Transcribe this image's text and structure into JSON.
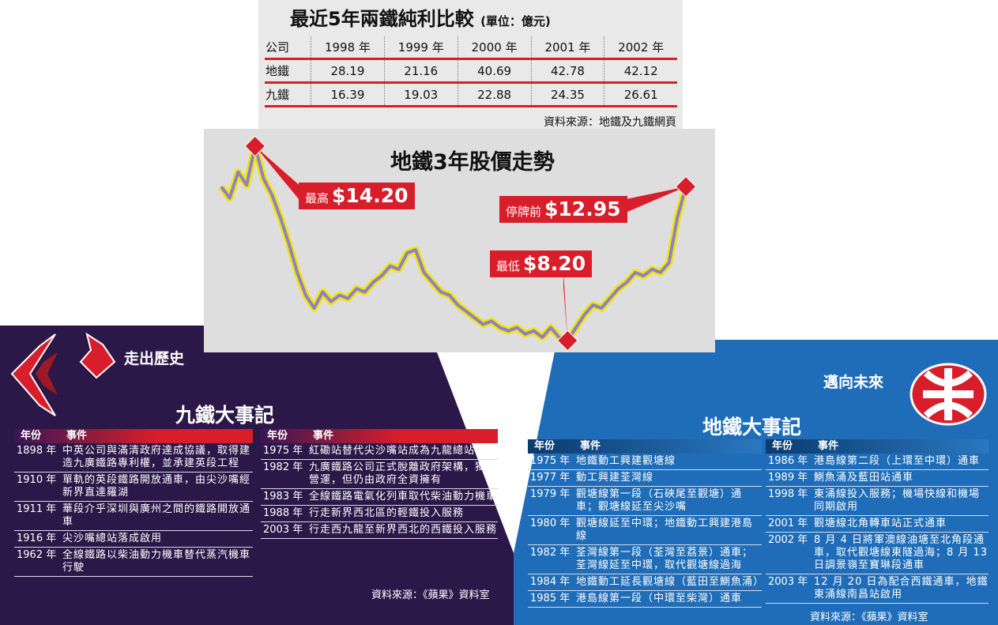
{
  "profit_table": {
    "title": "最近5年兩鐵純利比較",
    "unit": "(單位：億元)",
    "header": [
      "公司",
      "1998 年",
      "1999 年",
      "2000 年",
      "2001 年",
      "2002 年"
    ],
    "rows": [
      {
        "name": "地鐵",
        "values": [
          "28.19",
          "21.16",
          "40.69",
          "42.78",
          "42.12"
        ]
      },
      {
        "name": "九鐵",
        "values": [
          "16.39",
          "19.03",
          "22.88",
          "24.35",
          "26.61"
        ]
      }
    ],
    "source": "資料來源：地鐵及九鐵網頁"
  },
  "chart_data": {
    "type": "line",
    "title": "地鐵3年股價走勢",
    "annotations": [
      {
        "label": "最高",
        "value": "$14.20"
      },
      {
        "label": "停牌前",
        "value": "$12.95"
      },
      {
        "label": "最低",
        "value": "$8.20"
      }
    ],
    "series": [
      {
        "values": [
          12.95,
          12.6,
          13.4,
          13.0,
          14.2,
          13.2,
          12.7,
          12.0,
          11.2,
          10.3,
          9.6,
          9.2,
          9.7,
          9.4,
          9.6,
          9.5,
          9.8,
          9.7,
          10.0,
          10.2,
          10.5,
          10.4,
          10.9,
          11.0,
          10.3,
          10.0,
          9.7,
          9.6,
          9.3,
          9.1,
          8.9,
          8.7,
          8.8,
          8.6,
          8.5,
          8.6,
          8.4,
          8.5,
          8.3,
          8.6,
          8.3,
          8.2,
          8.6,
          9.0,
          9.3,
          9.2,
          9.5,
          9.8,
          10.0,
          10.3,
          10.2,
          10.4,
          10.3,
          10.6,
          12.0,
          12.95
        ]
      }
    ],
    "colors": {
      "line": "#8e7fd0",
      "glow": "#f2e600",
      "marker": "#d81e2a"
    }
  },
  "kcr": {
    "brand": "走出歷史",
    "title": "九鐵大事記",
    "header": {
      "year": "年份",
      "event": "事件"
    },
    "left": [
      {
        "year": "1898 年",
        "event": "中英公司與滿清政府達成協議，取得建造九廣鐵路專利權，並承建英段工程"
      },
      {
        "year": "1910 年",
        "event": "單軌的英段鐵路開放通車，由尖沙嘴經新界直達羅湖"
      },
      {
        "year": "1911 年",
        "event": "華段介乎深圳與廣州之間的鐵路開放通車"
      },
      {
        "year": "1916 年",
        "event": "尖沙嘴總站落成啟用"
      },
      {
        "year": "1962 年",
        "event": "全線鐵路以柴油動力機車替代蒸汽機車行駛"
      }
    ],
    "right": [
      {
        "year": "1975 年",
        "event": "紅磡站替代尖沙嘴站成為九龍總站"
      },
      {
        "year": "1982 年",
        "event": "九廣鐵路公司正式脫離政府架構，獨立營運，但仍由政府全資擁有"
      },
      {
        "year": "1983 年",
        "event": "全線鐵路電氣化列車取代柴油動力機車"
      },
      {
        "year": "1988 年",
        "event": "行走新界西北區的輕鐵投入服務"
      },
      {
        "year": "2003 年",
        "event": "行走西九龍至新界西北的西鐵投入服務"
      }
    ],
    "source": "資料來源：《蘋果》資料室"
  },
  "mtr": {
    "brand": "邁向未來",
    "title": "地鐵大事記",
    "header": {
      "year": "年份",
      "event": "事件"
    },
    "left": [
      {
        "year": "1975 年",
        "event": "地鐵動工興建觀塘線"
      },
      {
        "year": "1977 年",
        "event": "動工興建荃灣線"
      },
      {
        "year": "1979 年",
        "event": "觀塘線第一段（石硤尾至觀塘）通車；觀塘線延至尖沙嘴"
      },
      {
        "year": "1980 年",
        "event": "觀塘線延至中環；地鐵動工興建港島線"
      },
      {
        "year": "1982 年",
        "event": "荃灣線第一段（荃灣至荔景）通車；荃灣線延至中環，取代觀塘線過海"
      },
      {
        "year": "1984 年",
        "event": "地鐵動工延長觀塘線（藍田至鰂魚涌）"
      },
      {
        "year": "1985 年",
        "event": "港島線第一段（中環至柴灣）通車"
      }
    ],
    "right": [
      {
        "year": "1986 年",
        "event": "港島線第二段（上環至中環）通車"
      },
      {
        "year": "1989 年",
        "event": "鰂魚涌及藍田站通車"
      },
      {
        "year": "1998 年",
        "event": "東涌線投入服務；機場快線和機場同期啟用"
      },
      {
        "year": "2001 年",
        "event": "觀塘線北角轉車站正式通車"
      },
      {
        "year": "2002 年",
        "event": "8 月 4 日將軍澳線油塘至北角段通車，取代觀塘線東隧過海；8 月 13 日調景嶺至寶琳段通車"
      },
      {
        "year": "2003 年",
        "event": "12 月 20 日為配合西鐵通車，地鐵東涌線南昌站啟用"
      }
    ],
    "source": "資料來源：《蘋果》資料室"
  }
}
